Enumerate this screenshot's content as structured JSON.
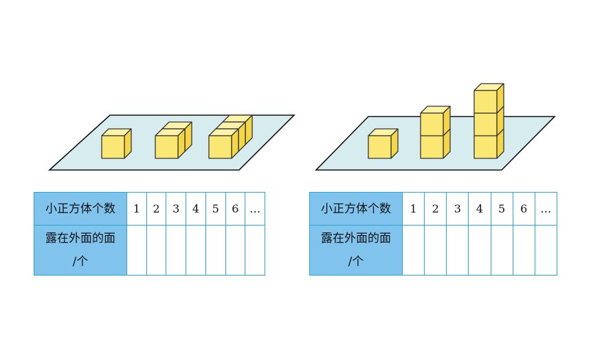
{
  "tables": [
    {
      "header_row": "小正方体个数",
      "counts": [
        "1",
        "2",
        "3",
        "4",
        "5",
        "6",
        "…"
      ],
      "second_row_line1": "露在外面的面",
      "second_row_line2": "/个"
    },
    {
      "header_row": "小正方体个数",
      "counts": [
        "1",
        "2",
        "3",
        "4",
        "5",
        "6",
        "…"
      ],
      "second_row_line1": "露在外面的面",
      "second_row_line2": "/个"
    }
  ],
  "colors": {
    "header_fill": "#80c4ee",
    "grid_line": "#2aa6d8",
    "platform": "#d6ecee",
    "cube": "#fbe874"
  }
}
